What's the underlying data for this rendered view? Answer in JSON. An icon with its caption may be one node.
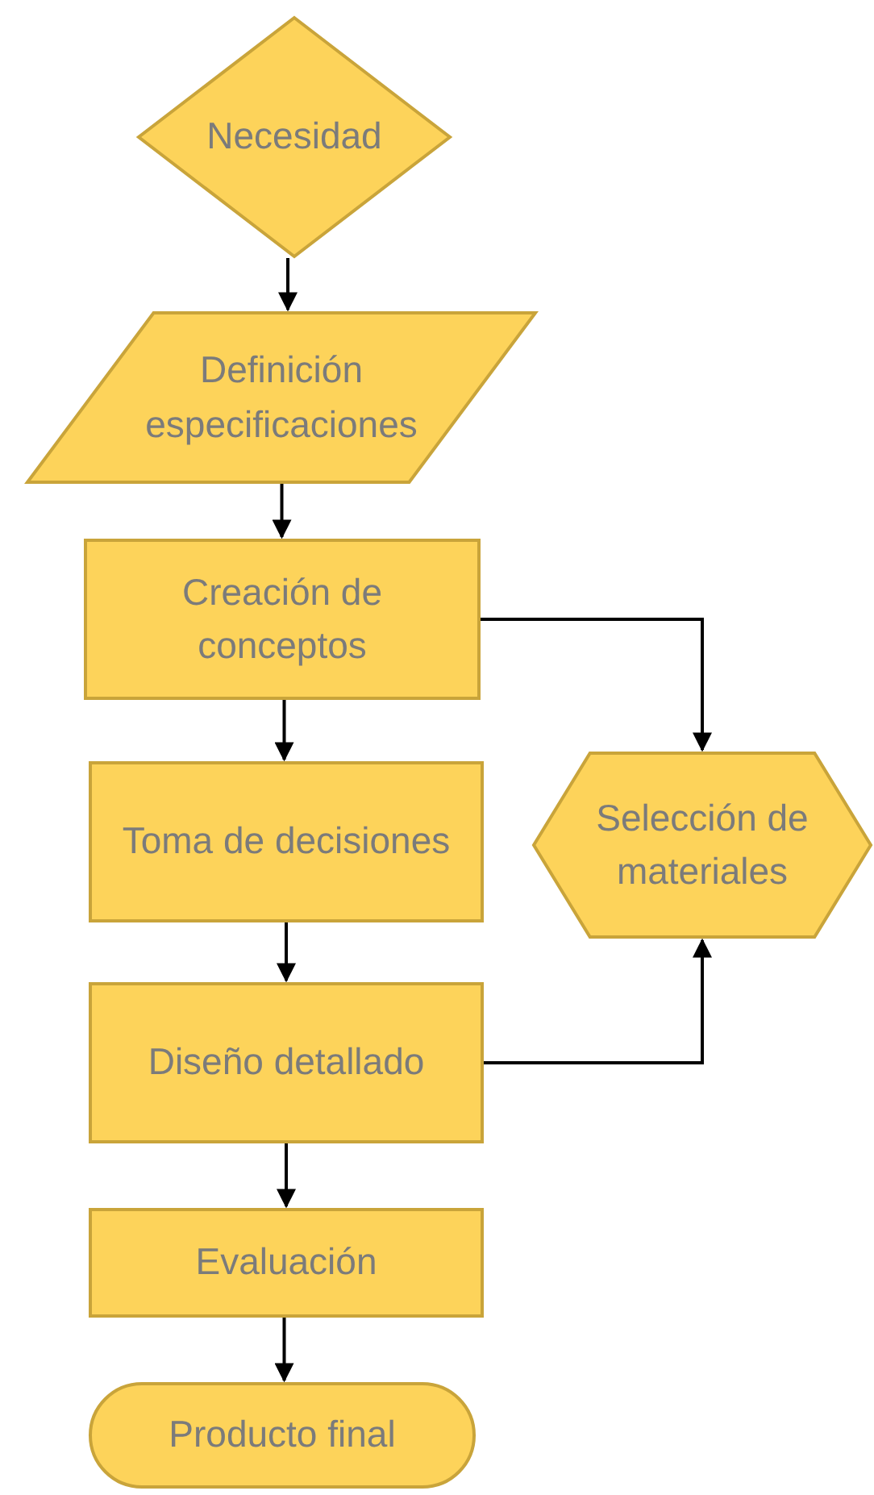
{
  "diagram": {
    "nodes": [
      {
        "text": [
          "Necesidad"
        ]
      },
      {
        "text": [
          "Definición especificaciones"
        ]
      },
      {
        "text": [
          "Creación de conceptos"
        ]
      },
      {
        "text": [
          "Toma de decisiones"
        ]
      },
      {
        "text": [
          "Selección de materiales"
        ]
      },
      {
        "text": [
          "Diseño detallado"
        ]
      },
      {
        "text": [
          "Evaluación"
        ]
      },
      {
        "text": [
          "Producto final"
        ]
      }
    ],
    "edges": [
      {
        "from": 0,
        "to": 1,
        "arrow": "to"
      },
      {
        "from": 1,
        "to": 2,
        "arrow": "to"
      },
      {
        "from": 2,
        "to": 4,
        "arrow": "to"
      },
      {
        "from": 2,
        "to": 3,
        "arrow": "to"
      },
      {
        "from": 3,
        "to": 5,
        "arrow": "to"
      },
      {
        "from": 5,
        "to": 4,
        "arrow": "to"
      },
      {
        "from": 5,
        "to": 6,
        "arrow": "to"
      },
      {
        "from": 6,
        "to": 7,
        "arrow": "to"
      }
    ]
  }
}
